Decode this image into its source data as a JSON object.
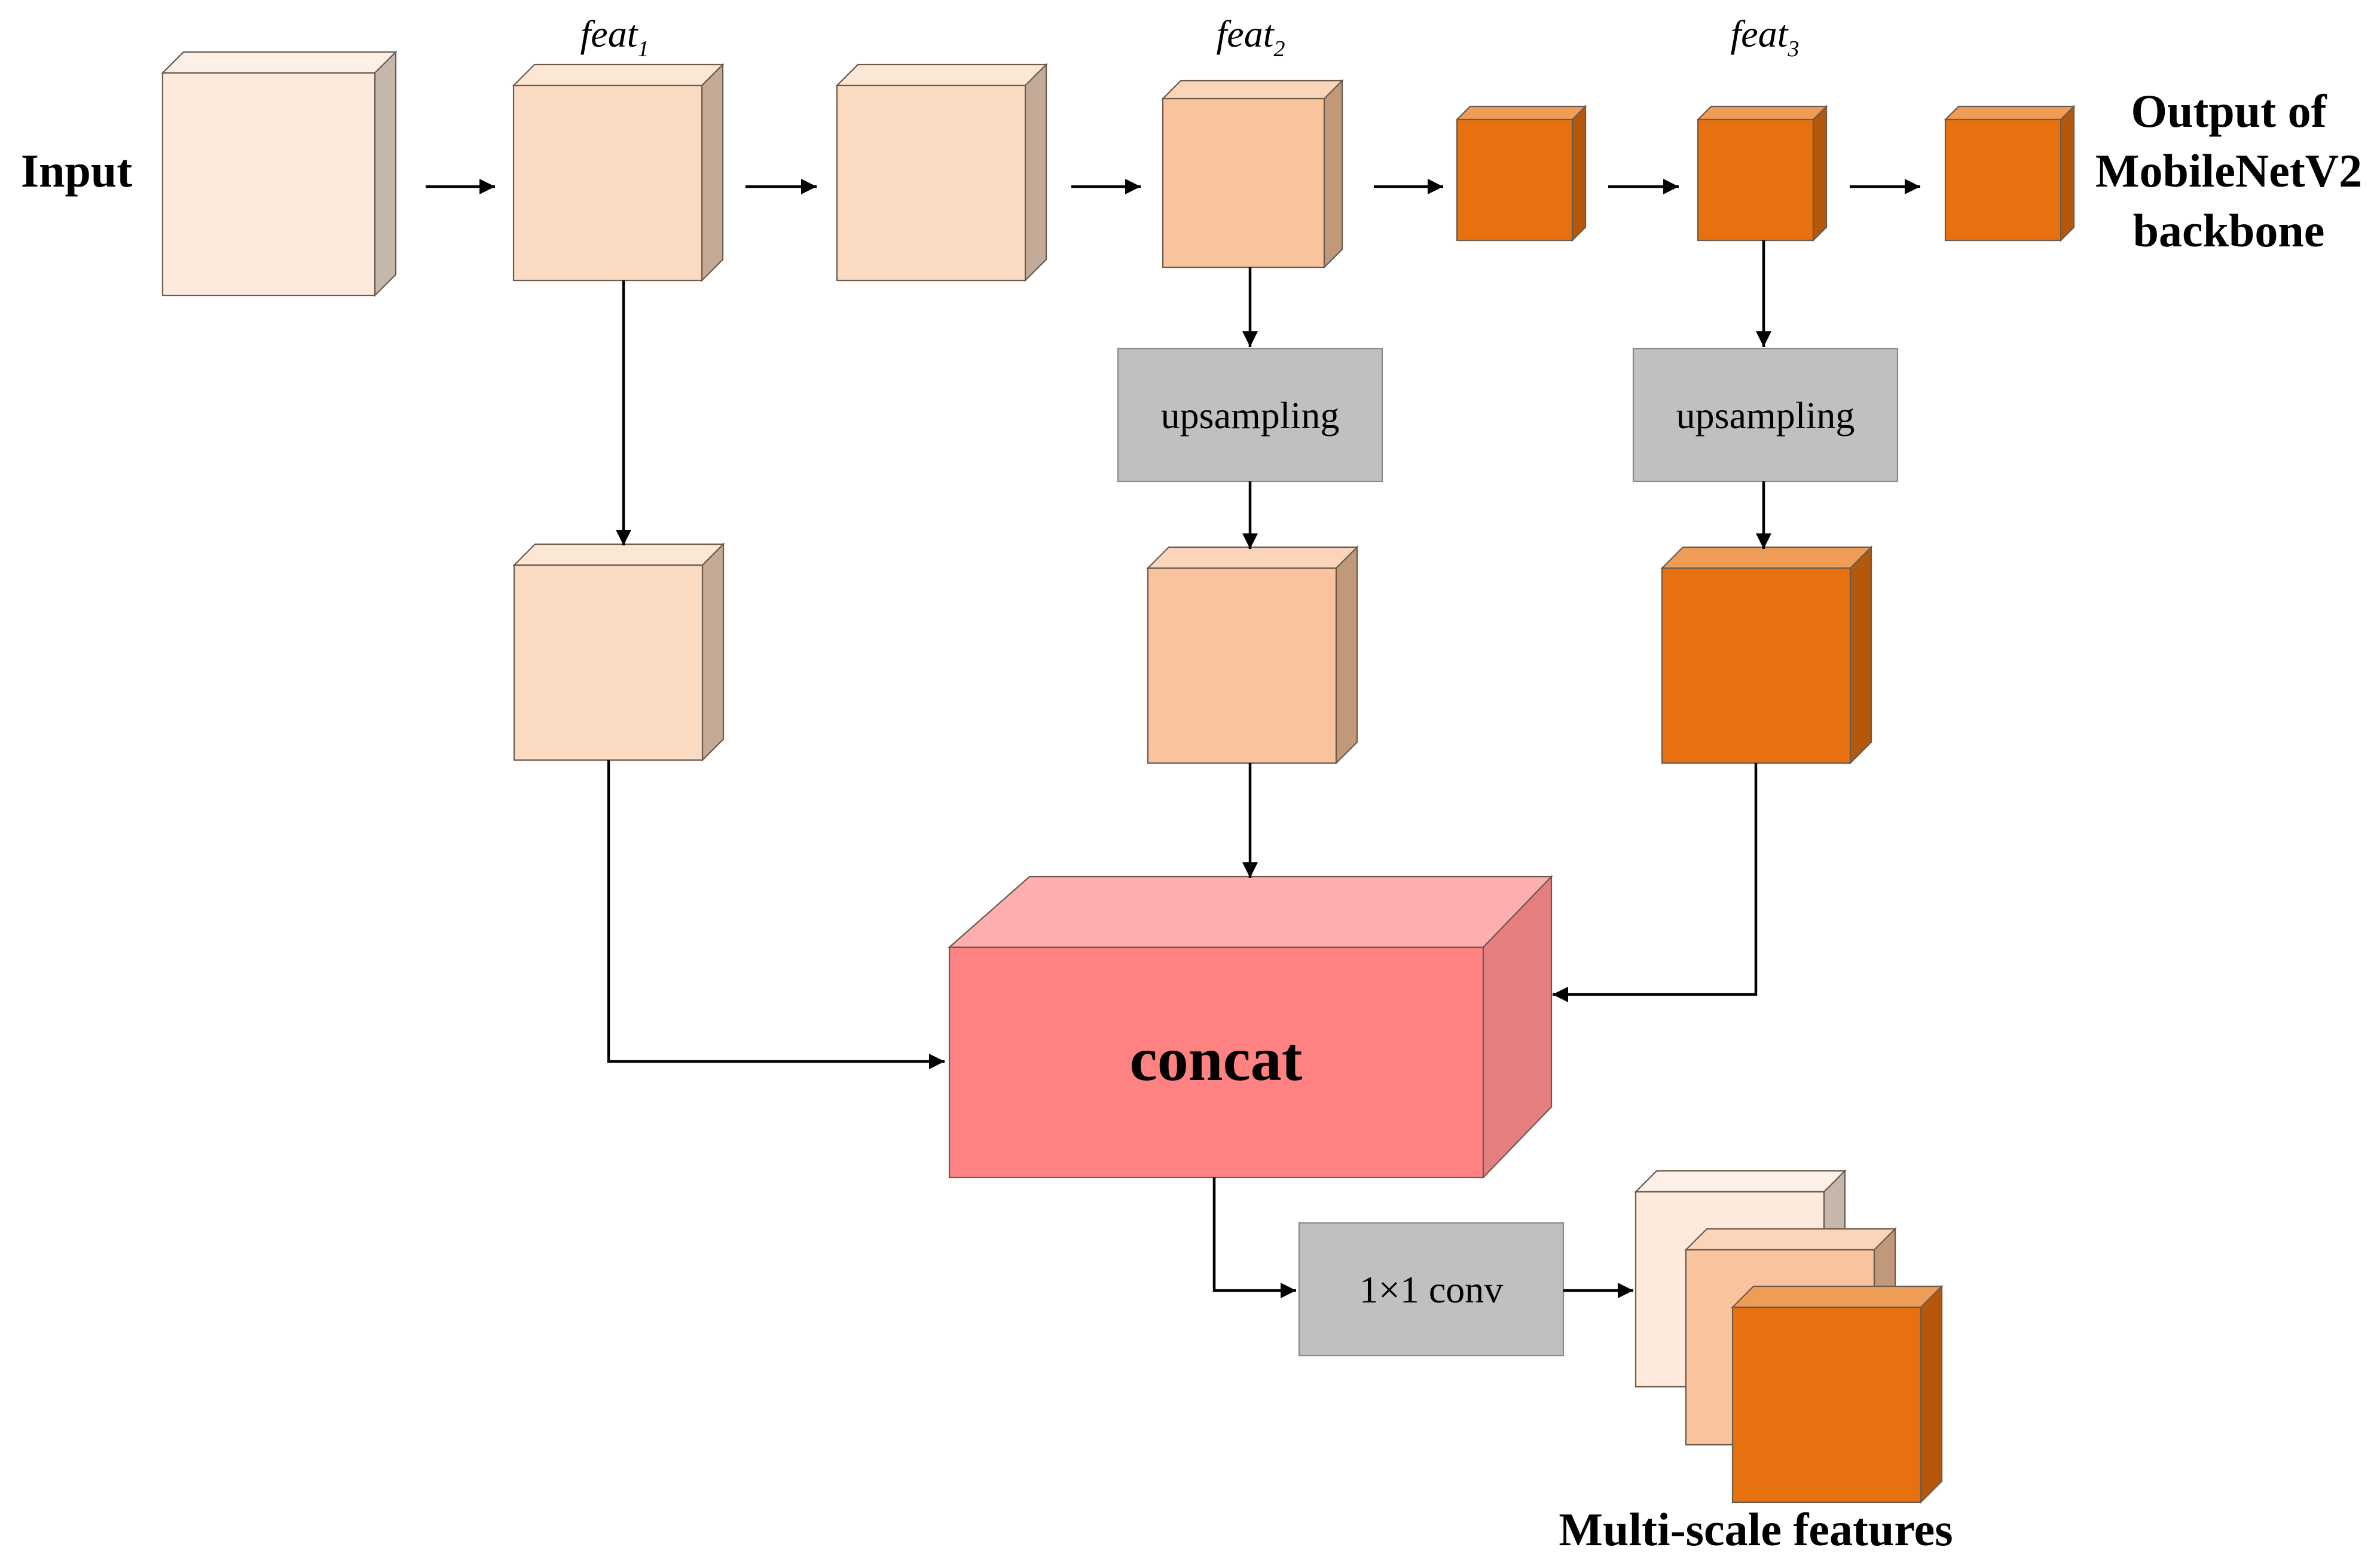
{
  "labels": {
    "input": "Input",
    "output_line1": "Output of",
    "output_line2": "MobileNetV2",
    "output_line3": "backbone",
    "feat_base": "feat",
    "feat1_sub": "1",
    "feat2_sub": "2",
    "feat3_sub": "3",
    "upsampling_a": "upsampling",
    "upsampling_b": "upsampling",
    "concat": "concat",
    "conv": "1×1 conv",
    "multiscale": "Multi-scale features"
  },
  "colors": {
    "lightest": "#fdeadc",
    "light": "#fbdbc1",
    "medium": "#f9c39d",
    "dark_orange": "#e8710f",
    "concat_front": "#fe8282",
    "concat_top": "#feaeae",
    "concat_side": "#e57f7f",
    "grey_box": "#c0c0c0"
  }
}
